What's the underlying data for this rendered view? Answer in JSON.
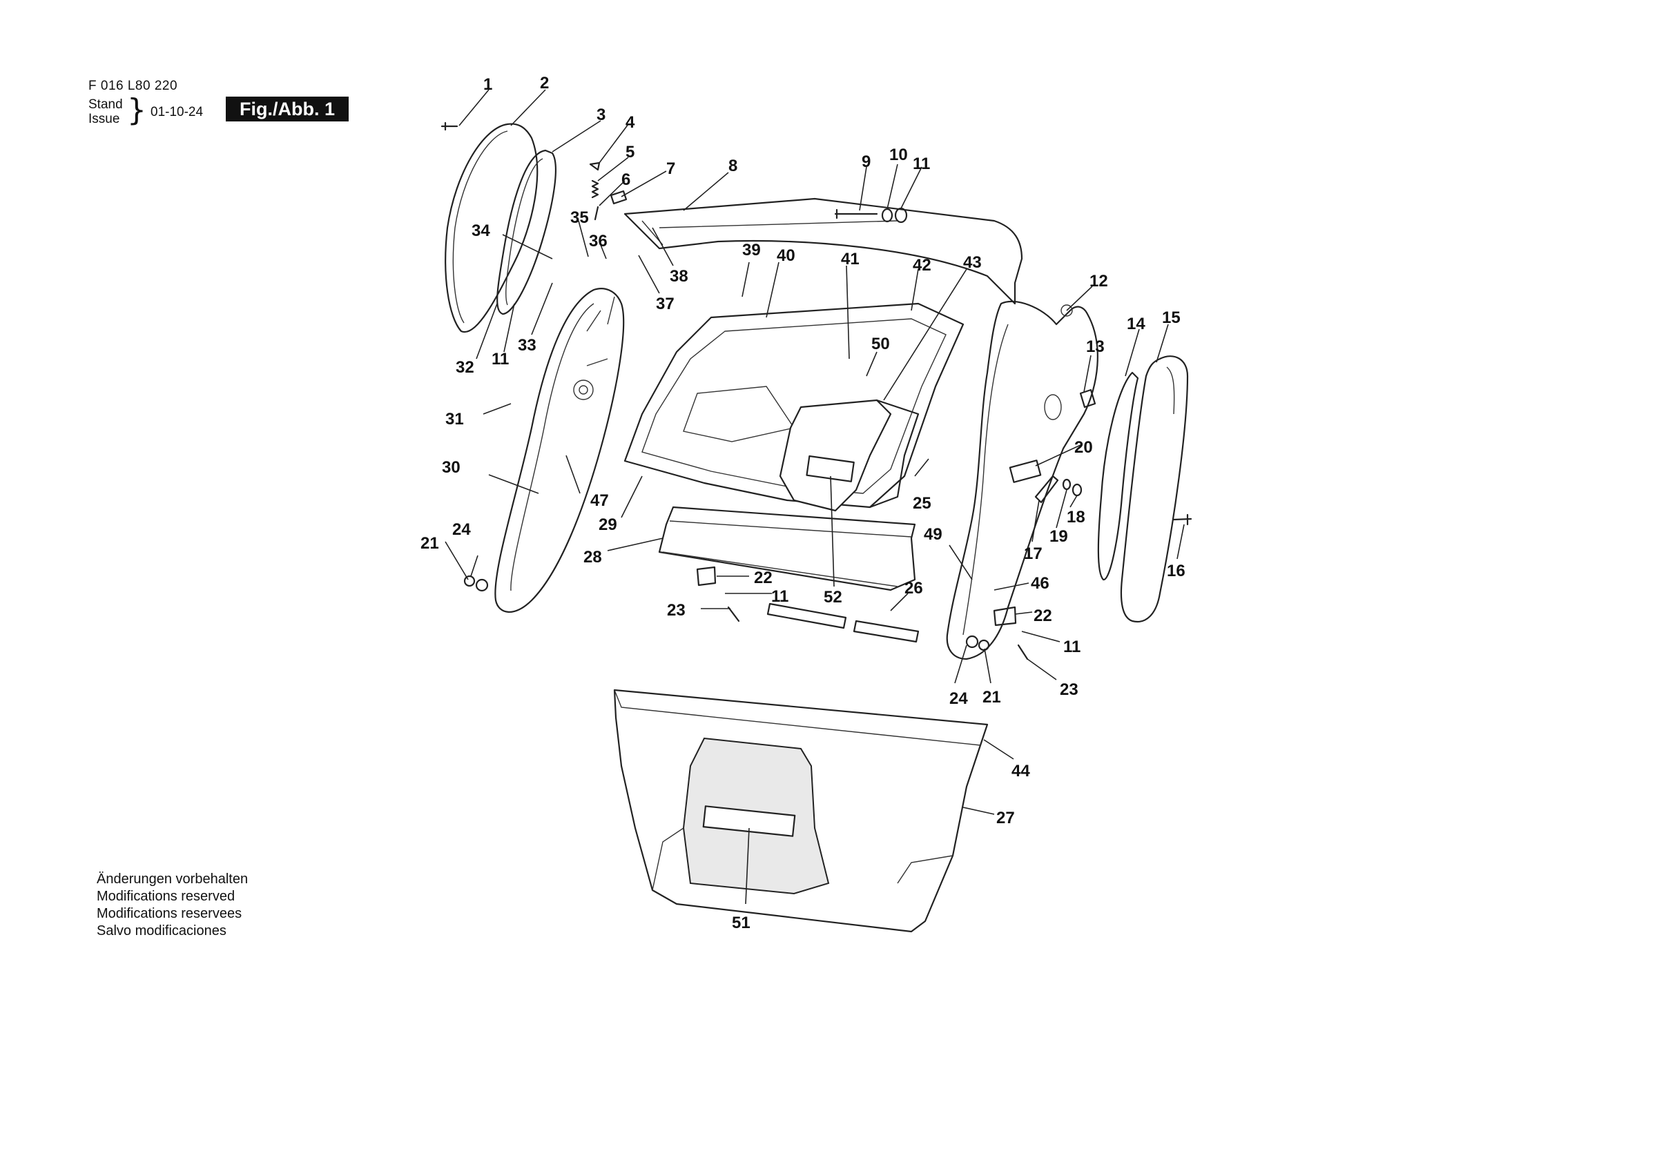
{
  "header": {
    "code": "F 016 L80 220",
    "stand": "Stand",
    "issue": "Issue",
    "date": "01-10-24",
    "figure": "Fig./Abb. 1"
  },
  "notes": [
    "Änderungen vorbehalten",
    "Modifications reserved",
    "Modifications reservees",
    "Salvo modificaciones"
  ],
  "callouts": {
    "c1": "1",
    "c2": "2",
    "c3": "3",
    "c4": "4",
    "c5": "5",
    "c6": "6",
    "c7": "7",
    "c8": "8",
    "c9": "9",
    "c10": "10",
    "c11a": "11",
    "c11b": "11",
    "c11c": "11",
    "c11d": "11",
    "c12": "12",
    "c13": "13",
    "c14": "14",
    "c15": "15",
    "c16": "16",
    "c17": "17",
    "c18": "18",
    "c19": "19",
    "c20": "20",
    "c21a": "21",
    "c21b": "21",
    "c22a": "22",
    "c22b": "22",
    "c23a": "23",
    "c23b": "23",
    "c24a": "24",
    "c24b": "24",
    "c25": "25",
    "c26": "26",
    "c27": "27",
    "c28": "28",
    "c29": "29",
    "c30": "30",
    "c31": "31",
    "c32": "32",
    "c33": "33",
    "c34": "34",
    "c35": "35",
    "c36": "36",
    "c37": "37",
    "c38": "38",
    "c39": "39",
    "c40": "40",
    "c41": "41",
    "c42": "42",
    "c43": "43",
    "c44": "44",
    "c46": "46",
    "c47": "47",
    "c49": "49",
    "c50": "50",
    "c51": "51",
    "c52": "52"
  }
}
